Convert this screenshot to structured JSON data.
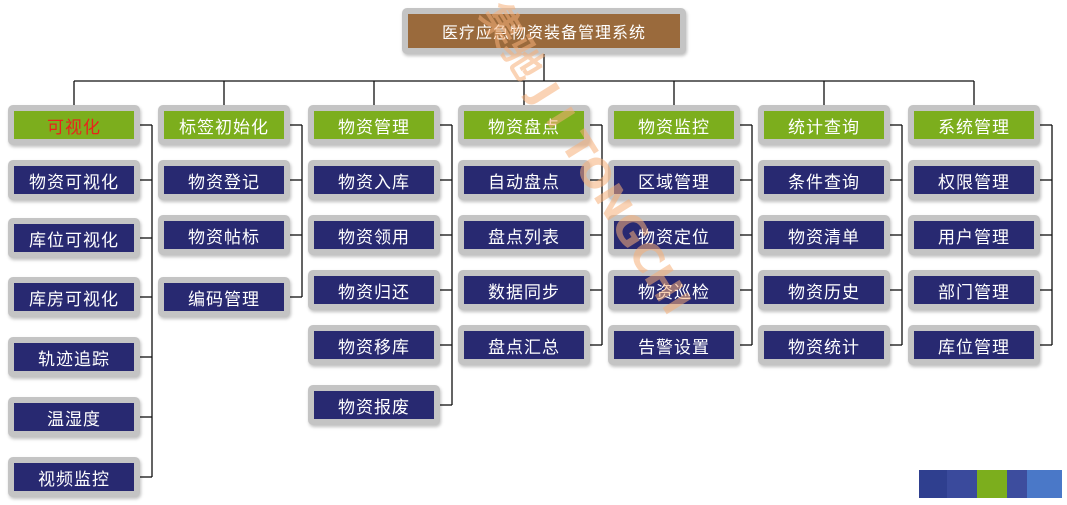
{
  "root": {
    "label": "医疗应急物资装备管理系统"
  },
  "columns": [
    {
      "header": "可视化",
      "items": [
        "物资可视化",
        "库位可视化",
        "库房可视化",
        "轨迹追踪",
        "温湿度",
        "视频监控"
      ]
    },
    {
      "header": "标签初始化",
      "items": [
        "物资登记",
        "物资帖标",
        "编码管理"
      ]
    },
    {
      "header": "物资管理",
      "items": [
        "物资入库",
        "物资领用",
        "物资归还",
        "物资移库",
        "物资报废"
      ]
    },
    {
      "header": "物资盘点",
      "items": [
        "自动盘点",
        "盘点列表",
        "数据同步",
        "盘点汇总"
      ]
    },
    {
      "header": "物资监控",
      "items": [
        "区域管理",
        "物资定位",
        "物资巡检",
        "告警设置"
      ]
    },
    {
      "header": "统计查询",
      "items": [
        "条件查询",
        "物资清单",
        "物资历史",
        "物资统计"
      ]
    },
    {
      "header": "系统管理",
      "items": [
        "权限管理",
        "用户管理",
        "部门管理",
        "库位管理"
      ]
    }
  ],
  "watermark": {
    "text": "集驰 J I TONGCHI"
  },
  "colors": {
    "root_fill": "#9a6a3c",
    "header_fill": "#7cae1d",
    "item_fill": "#282971",
    "border": "#c4c4c4",
    "line": "#111111",
    "highlight_text": "#e8231c"
  }
}
